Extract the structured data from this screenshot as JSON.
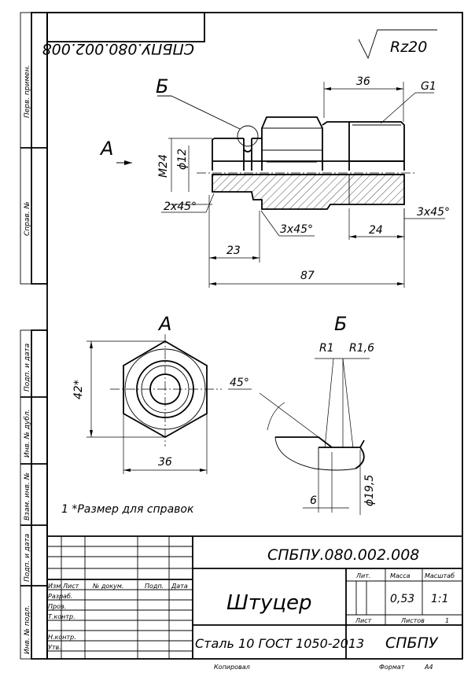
{
  "stamp_top": "СПБПУ.080.002.008",
  "roughness": "Rz20",
  "views": {
    "section_b": "Б",
    "view_a_arrow": "А",
    "view_a_title": "А",
    "detail_b_title": "Б"
  },
  "dimensions": {
    "d36_top": "36",
    "g1": "G1",
    "m24": "M24",
    "d12": "ϕ12",
    "ch_2x45": "2x45°",
    "ch_3x45_mid": "3x45°",
    "ch_3x45_right": "3x45°",
    "d24": "24",
    "d23": "23",
    "d87": "87",
    "d42": "42*",
    "d36_nut": "36",
    "r1": "R1",
    "r16": "R1,6",
    "ang45": "45°",
    "d6": "6",
    "d195": "ϕ19,5"
  },
  "note": "1 *Размер для справок",
  "side_labels": [
    "Перв. примен.",
    "Справ. №",
    "Подп. и дата",
    "Инв. № дубл.",
    "Взам. инв. №",
    "Подп. и дата",
    "Инв. № подл."
  ],
  "title_block": {
    "designation": "СПБПУ.080.002.008",
    "name": "Штуцер",
    "material": "Сталь 10 ГОСТ 1050-2013",
    "organization": "СПБПУ",
    "col_headers": [
      "Изм.",
      "Лист",
      "№ докум.",
      "Подп.",
      "Дата"
    ],
    "roles": [
      "Разраб.",
      "Пров.",
      "Т.контр.",
      "",
      "Н.контр.",
      "Утв."
    ],
    "lit_label": "Лит.",
    "mass_label": "Масса",
    "scale_label": "Масштаб",
    "mass": "0,53",
    "scale": "1:1",
    "sheet_label": "Лист",
    "sheets_label": "Листов",
    "sheets_count": "1"
  },
  "footer": {
    "copied": "Копировал",
    "format_label": "Формат",
    "format": "А4"
  }
}
